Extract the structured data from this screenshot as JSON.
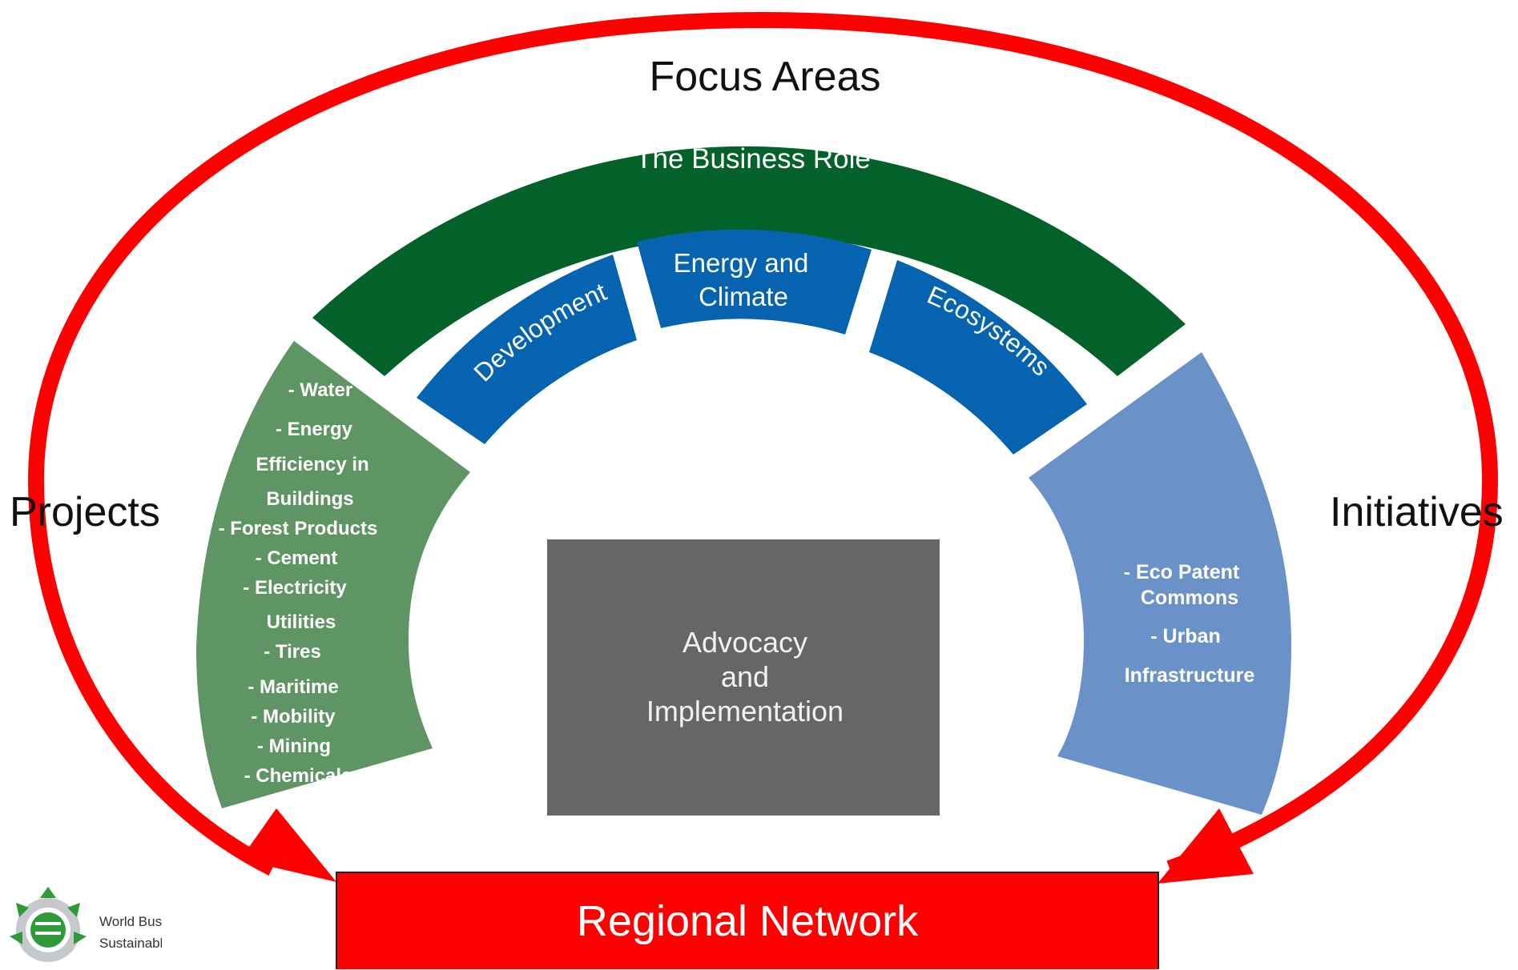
{
  "diagram": {
    "focus_areas_label": "Focus Areas",
    "projects_label": "Projects",
    "initiatives_label": "Initiatives",
    "business_role": "The Business Role",
    "focus_area_items": {
      "development": "Development",
      "energy_climate": [
        "Energy and",
        "Climate"
      ],
      "ecosystems": "Ecosystems"
    },
    "projects_items": [
      "- Water",
      "- Energy",
      "Efficiency in",
      "Buildings",
      "- Forest Products",
      "- Cement",
      "- Electricity",
      "Utilities",
      "- Tires",
      "- Maritime",
      "-  Mobility",
      "-  Mining",
      "- Chemicals"
    ],
    "initiatives_items": [
      "- Eco Patent",
      "Commons",
      "- Urban",
      "Infrastructure"
    ],
    "advocacy_lines": [
      "Advocacy",
      "and",
      "Implementation"
    ],
    "regional_network": "Regional Network",
    "logo_text_lines": [
      "World Business Council for",
      "Sustainable Development"
    ],
    "colors": {
      "red": "#ff0000",
      "dark_green": "#036229",
      "blue": "#0563b0",
      "light_green": "#5f9465",
      "light_blue": "#6a92c9",
      "gray": "#666666"
    }
  }
}
